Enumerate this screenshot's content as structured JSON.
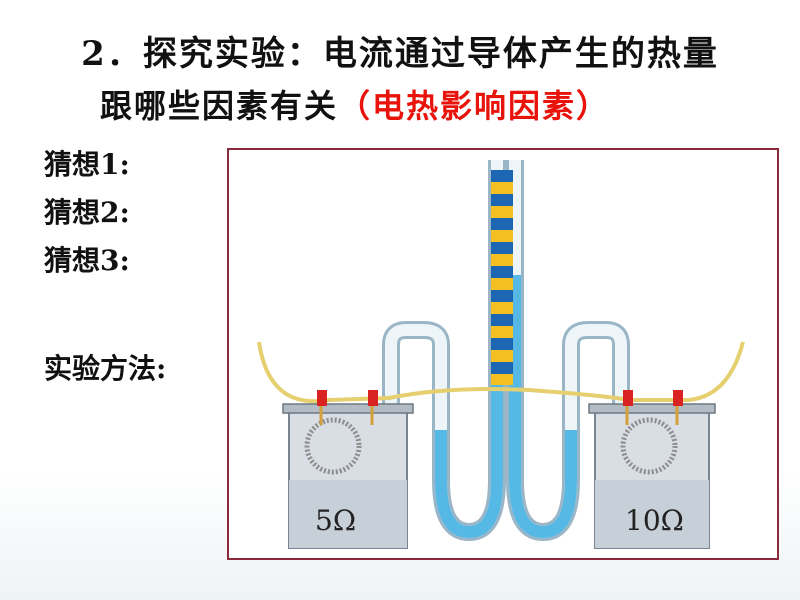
{
  "heading": {
    "line1": "2．探究实验：电流通过导体产生的热量",
    "line2_black": "跟哪些因素有关",
    "line2_red": "（电热影响因素）"
  },
  "left_items": [
    {
      "label": "猜想1:"
    },
    {
      "label": "猜想2:"
    },
    {
      "label": "猜想3:"
    },
    {
      "label": "实验方法:"
    }
  ],
  "figure": {
    "left_resistor": "5Ω",
    "right_resistor": "10Ω"
  },
  "colors": {
    "heading_red": "#e8140c",
    "frame": "#8a2a3a",
    "liquid": "#56b8e4",
    "wire": "#e6cf6f",
    "scale_blue": "#1c66b4",
    "scale_yellow": "#f4c021"
  }
}
